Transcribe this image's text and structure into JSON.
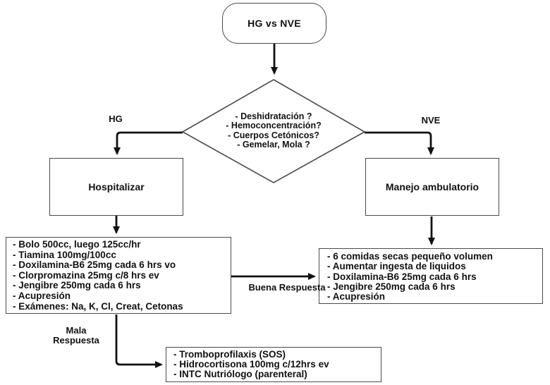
{
  "colors": {
    "background": "#ffffff",
    "box_border": "#4a4a4a",
    "arrow": "#111111",
    "text": "#111111"
  },
  "flowchart": {
    "start": {
      "label": "HG vs NVE"
    },
    "decision": {
      "lines": [
        "- Deshidratación ?",
        "- Hemoconcentración?",
        "- Cuerpos Cetónicos?",
        "- Gemelar, Mola ?"
      ]
    },
    "branches": {
      "left": "HG",
      "right": "NVE"
    },
    "hospitalizar": {
      "label": "Hospitalizar"
    },
    "ambulatorio": {
      "label": "Manejo ambulatorio"
    },
    "hg_protocol": {
      "lines": [
        "- Bolo 500cc, luego 125cc/hr",
        "- Tiamina 100mg/100cc",
        "- Doxilamina-B6 25mg cada 6 hrs vo",
        "- Clorpromazina 25mg c/8 hrs ev",
        "- Jengibre 250mg cada 6 hrs",
        "- Acupresión",
        "- Exámenes: Na, K, Cl, Creat, Cetonas"
      ]
    },
    "nve_protocol": {
      "lines": [
        "- 6 comidas secas pequeño volumen",
        "- Aumentar ingesta de liquidos",
        "- Doxilamina-B6 25mg cada 6 hrs",
        "- Jengibre 250mg cada 6 hrs",
        "- Acupresión"
      ]
    },
    "edge_labels": {
      "buena": "Buena Respuesta",
      "mala": "Mala Respuesta"
    },
    "escalation": {
      "lines": [
        "- Tromboprofilaxis (SOS)",
        "- Hidrocortisona 100mg c/12hrs ev",
        "- INTC Nutriólogo (parenteral)"
      ]
    }
  }
}
